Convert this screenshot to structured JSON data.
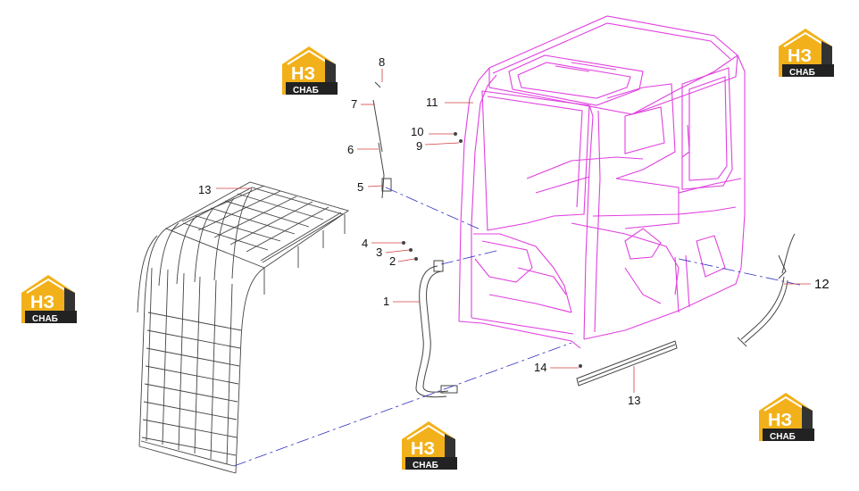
{
  "callouts": {
    "c1": "1",
    "c2": "2",
    "c3": "3",
    "c4": "4",
    "c5": "5",
    "c6": "6",
    "c7": "7",
    "c8": "8",
    "c9": "9",
    "c10": "10",
    "c11": "11",
    "c12": "12",
    "c13a": "13",
    "c13b": "13",
    "c14": "14"
  },
  "watermark": {
    "mark": "НЗ",
    "word": "СНАБ"
  },
  "colors": {
    "cab": "#e040e0",
    "outline": "#444444",
    "leader_callout": "#d04040",
    "dash": "#3030c0",
    "logo_yellow": "#f2b11a",
    "logo_dark": "#222222"
  }
}
